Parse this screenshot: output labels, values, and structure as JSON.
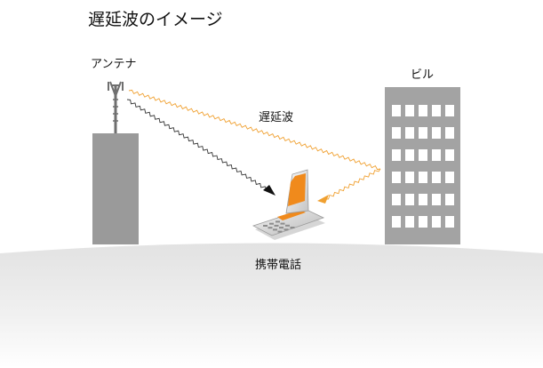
{
  "title": "遅延波のイメージ",
  "labels": {
    "antenna": "アンテナ",
    "building": "ビル",
    "delayed_wave": "遅延波",
    "mobile_phone": "携帯電話"
  },
  "colors": {
    "delayed_wave": "#f0a030",
    "direct_wave": "#333333",
    "tower": "#9a9a9a",
    "building": "#a3a3a3",
    "window": "#ffffff",
    "ground": "#e8e8e8",
    "phone_screen": "#f08a1c"
  },
  "icons": [
    "antenna-icon",
    "mobile-phone-icon",
    "building-icon"
  ]
}
